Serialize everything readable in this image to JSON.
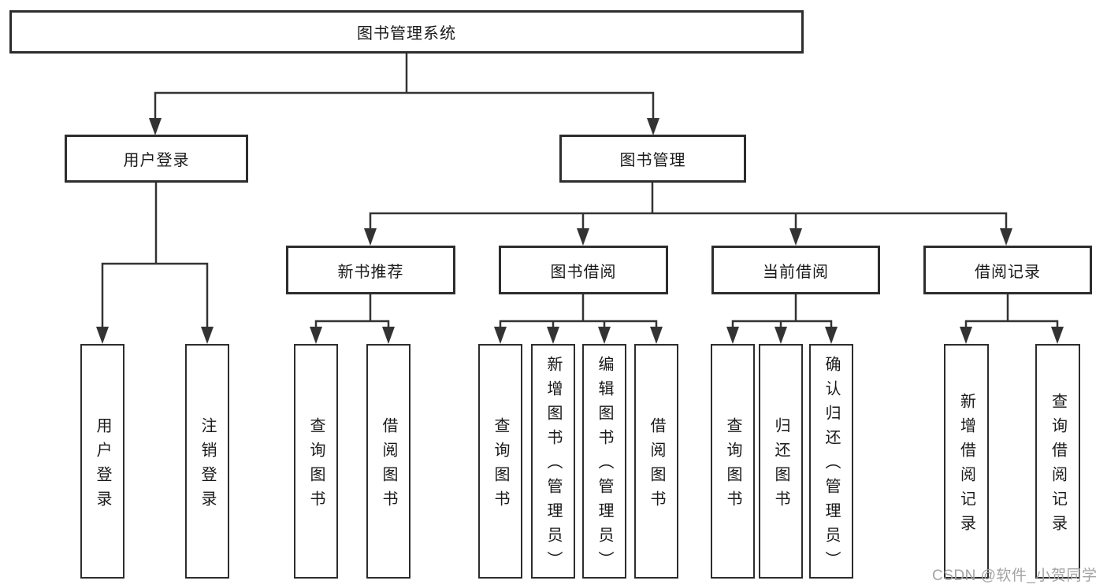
{
  "diagram": {
    "type": "hierarchy-tree",
    "root": {
      "label": "图书管理系统"
    },
    "branches": [
      {
        "label": "用户登录",
        "children": [
          {
            "label": "用户登录"
          },
          {
            "label": "注销登录"
          }
        ]
      },
      {
        "label": "图书管理",
        "modules": [
          {
            "label": "新书推荐",
            "children": [
              {
                "label": "查询图书"
              },
              {
                "label": "借阅图书"
              }
            ]
          },
          {
            "label": "图书借阅",
            "children": [
              {
                "label": "查询图书"
              },
              {
                "label": "新增图书（管理员）"
              },
              {
                "label": "编辑图书（管理员）"
              },
              {
                "label": "借阅图书"
              }
            ]
          },
          {
            "label": "当前借阅",
            "children": [
              {
                "label": "查询图书"
              },
              {
                "label": "归还图书"
              },
              {
                "label": "确认归还（管理员）"
              }
            ]
          },
          {
            "label": "借阅记录",
            "children": [
              {
                "label": "新增借阅记录"
              },
              {
                "label": "查询借阅记录"
              }
            ]
          }
        ]
      }
    ]
  },
  "watermark": {
    "text": "CSDN @软件_小贺同学"
  },
  "colors": {
    "line": "#333333",
    "border": "#2d2d2d",
    "text": "#1a1a1a",
    "watermark": "#a3a3a3",
    "background": "#ffffff"
  }
}
